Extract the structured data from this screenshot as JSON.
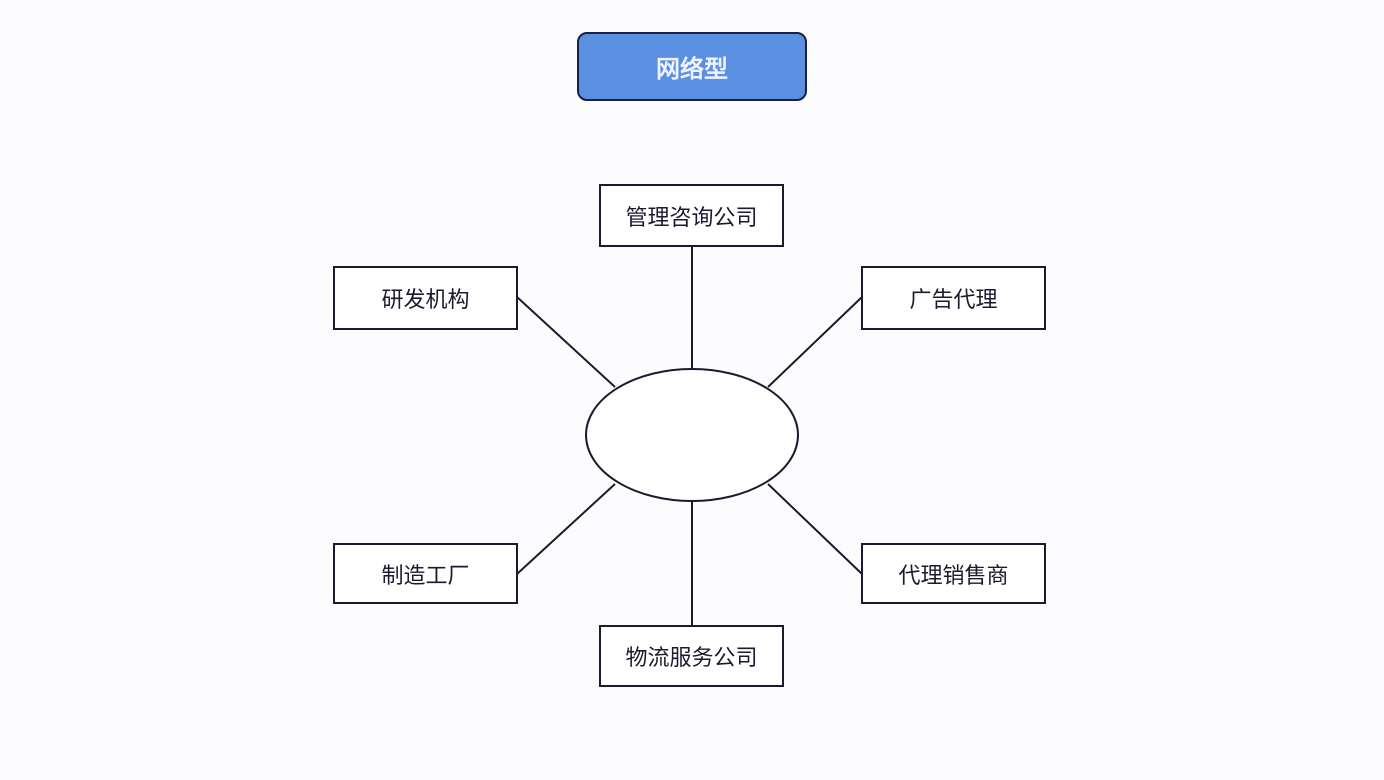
{
  "title": "网络型",
  "nodes": {
    "top": "管理咨询公司",
    "upper_left": "研发机构",
    "upper_right": "广告代理",
    "lower_left": "制造工厂",
    "lower_right": "代理销售商",
    "bottom": "物流服务公司"
  },
  "colors": {
    "title_fill": "#5a8fe2",
    "stroke": "#1c1a2e"
  }
}
